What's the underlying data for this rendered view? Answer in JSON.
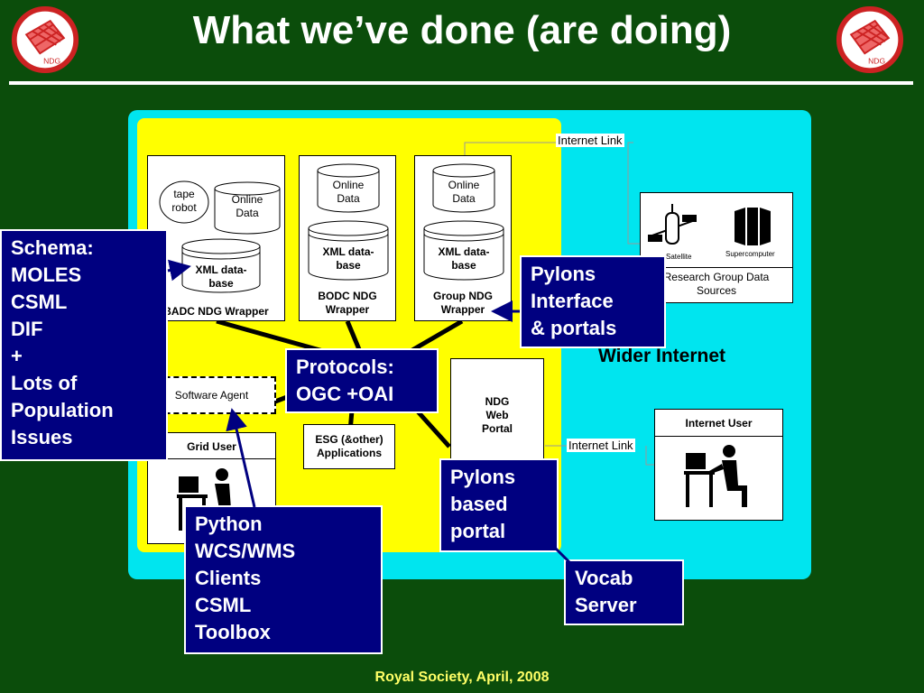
{
  "title": "What we’ve done (are doing)",
  "logo_text": "NDG",
  "footer": "Royal Society, April, 2008",
  "colors": {
    "background": "#0b4d0b",
    "cyan_area": "#00e5ef",
    "yellow_area": "#ffff00",
    "callout": "#000080",
    "footer_text": "#ffff66",
    "logo_red": "#cc2222"
  },
  "diagram": {
    "badc": {
      "tape": [
        "tape",
        "robot"
      ],
      "online_data": [
        "Online",
        "Data"
      ],
      "xml": [
        "XML data-",
        "base"
      ],
      "wrapper": "BADC  NDG Wrapper"
    },
    "bodc": {
      "online_data": [
        "Online",
        "Data"
      ],
      "xml": [
        "XML data-",
        "base"
      ],
      "wrapper": [
        "BODC NDG",
        "Wrapper"
      ]
    },
    "group": {
      "online_data": [
        "Online",
        "Data"
      ],
      "xml": [
        "XML data-",
        "base"
      ],
      "wrapper": [
        "Group NDG",
        "Wrapper"
      ]
    },
    "internet_link_1": "Internet Link",
    "internet_link_2": "Internet Link",
    "research": {
      "satellite": "Satellite",
      "supercomputer": "Supercomputer",
      "label": [
        "Research Group Data",
        "Sources"
      ]
    },
    "wider_internet": "Wider Internet",
    "internet_user": "Internet User",
    "software_agent": "Software Agent",
    "grid_user": "Grid User",
    "esg": [
      "ESG (&other)",
      "Applications"
    ],
    "ndg_portal": [
      "NDG",
      "Web",
      "Portal"
    ]
  },
  "callouts": {
    "schema": [
      "Schema:",
      "MOLES",
      "CSML",
      "DIF",
      "+",
      "Lots of",
      "Population",
      "Issues"
    ],
    "pylons_interface": [
      "Pylons",
      "Interface",
      "& portals"
    ],
    "protocols": [
      "Protocols:",
      "OGC +OAI"
    ],
    "pylons_portal": [
      "Pylons",
      "based",
      "portal"
    ],
    "python": [
      "Python",
      "WCS/WMS",
      "Clients",
      "CSML",
      "Toolbox"
    ],
    "vocab": [
      "Vocab",
      "Server"
    ]
  }
}
